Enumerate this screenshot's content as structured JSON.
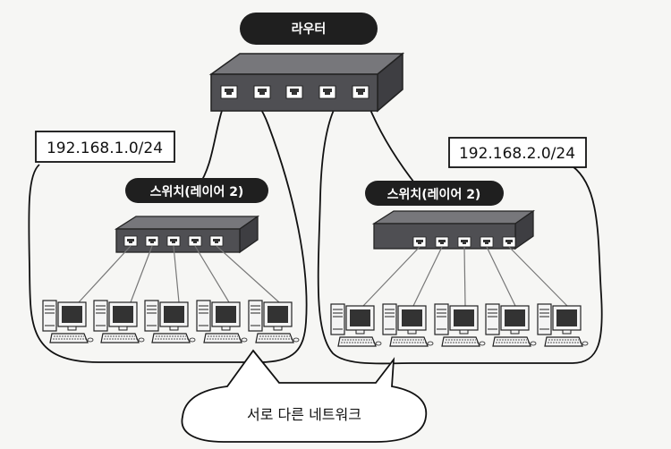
{
  "router": {
    "label": "라우터"
  },
  "networks": [
    {
      "subnet": "192.168.1.0/24",
      "switch_label": "스위치(레이어 2)"
    },
    {
      "subnet": "192.168.2.0/24",
      "switch_label": "스위치(레이어 2)"
    }
  ],
  "bubble": {
    "text": "서로 다른 네트워크"
  },
  "colors": {
    "device": "#4e4e52",
    "device_top": "#6e6e72",
    "pill": "#1f1f1f",
    "line": "#111111"
  }
}
